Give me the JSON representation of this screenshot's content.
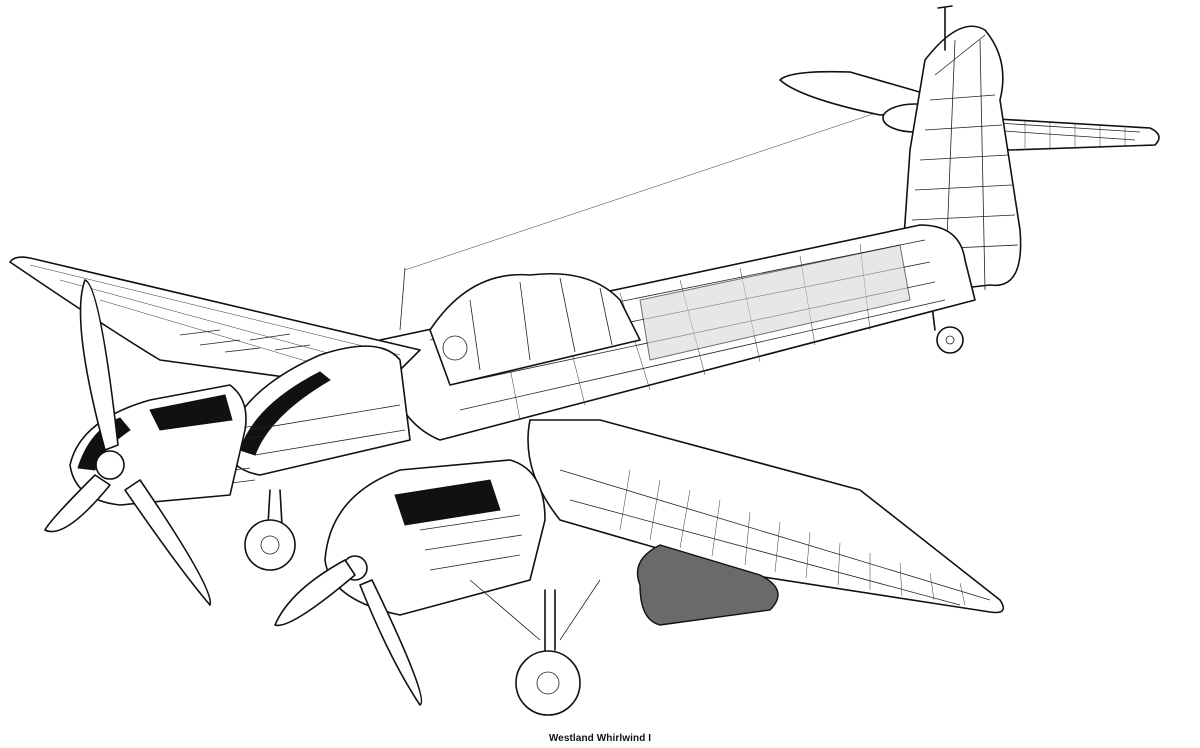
{
  "figure": {
    "caption": "Westland Whirlwind I",
    "style": "black-and-white technical cutaway illustration",
    "subject_parts": [
      {
        "name": "port-wing",
        "label": ""
      },
      {
        "name": "starboard-wing",
        "label": ""
      },
      {
        "name": "fuselage",
        "label": ""
      },
      {
        "name": "cockpit-canopy",
        "label": ""
      },
      {
        "name": "tail-fin",
        "label": ""
      },
      {
        "name": "tailplane",
        "label": ""
      },
      {
        "name": "port-engine-nacelle",
        "label": ""
      },
      {
        "name": "starboard-engine-nacelle",
        "label": ""
      },
      {
        "name": "nose-cannon-bay",
        "label": ""
      },
      {
        "name": "port-propeller",
        "label": ""
      },
      {
        "name": "starboard-propeller",
        "label": ""
      },
      {
        "name": "main-landing-gear",
        "label": ""
      },
      {
        "name": "tail-wheel",
        "label": ""
      },
      {
        "name": "drop-tank",
        "label": ""
      }
    ],
    "colors": {
      "ink": "#111111",
      "paper": "#ffffff",
      "shade": "#6a6a6a"
    }
  }
}
